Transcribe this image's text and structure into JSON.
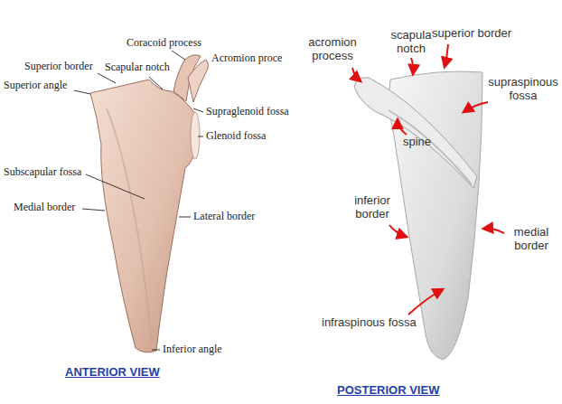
{
  "diagram": {
    "labels": [
      "Coracoid process",
      "Superior  border",
      "Scapular notch",
      "Acromion proce",
      "Superior angle",
      "Supraglenoid fossa",
      "Glenoid fossa",
      "Subscapular fossa",
      "Medial border",
      "Lateral border",
      "Inferior angle",
      "ANTERIOR VIEW",
      "acromion process",
      "scapula notch",
      "superior border",
      "supraspinous fossa",
      "spine",
      "inferior border",
      "medial border",
      "infraspinous fossa",
      "POSTERIOR VIEW"
    ]
  }
}
